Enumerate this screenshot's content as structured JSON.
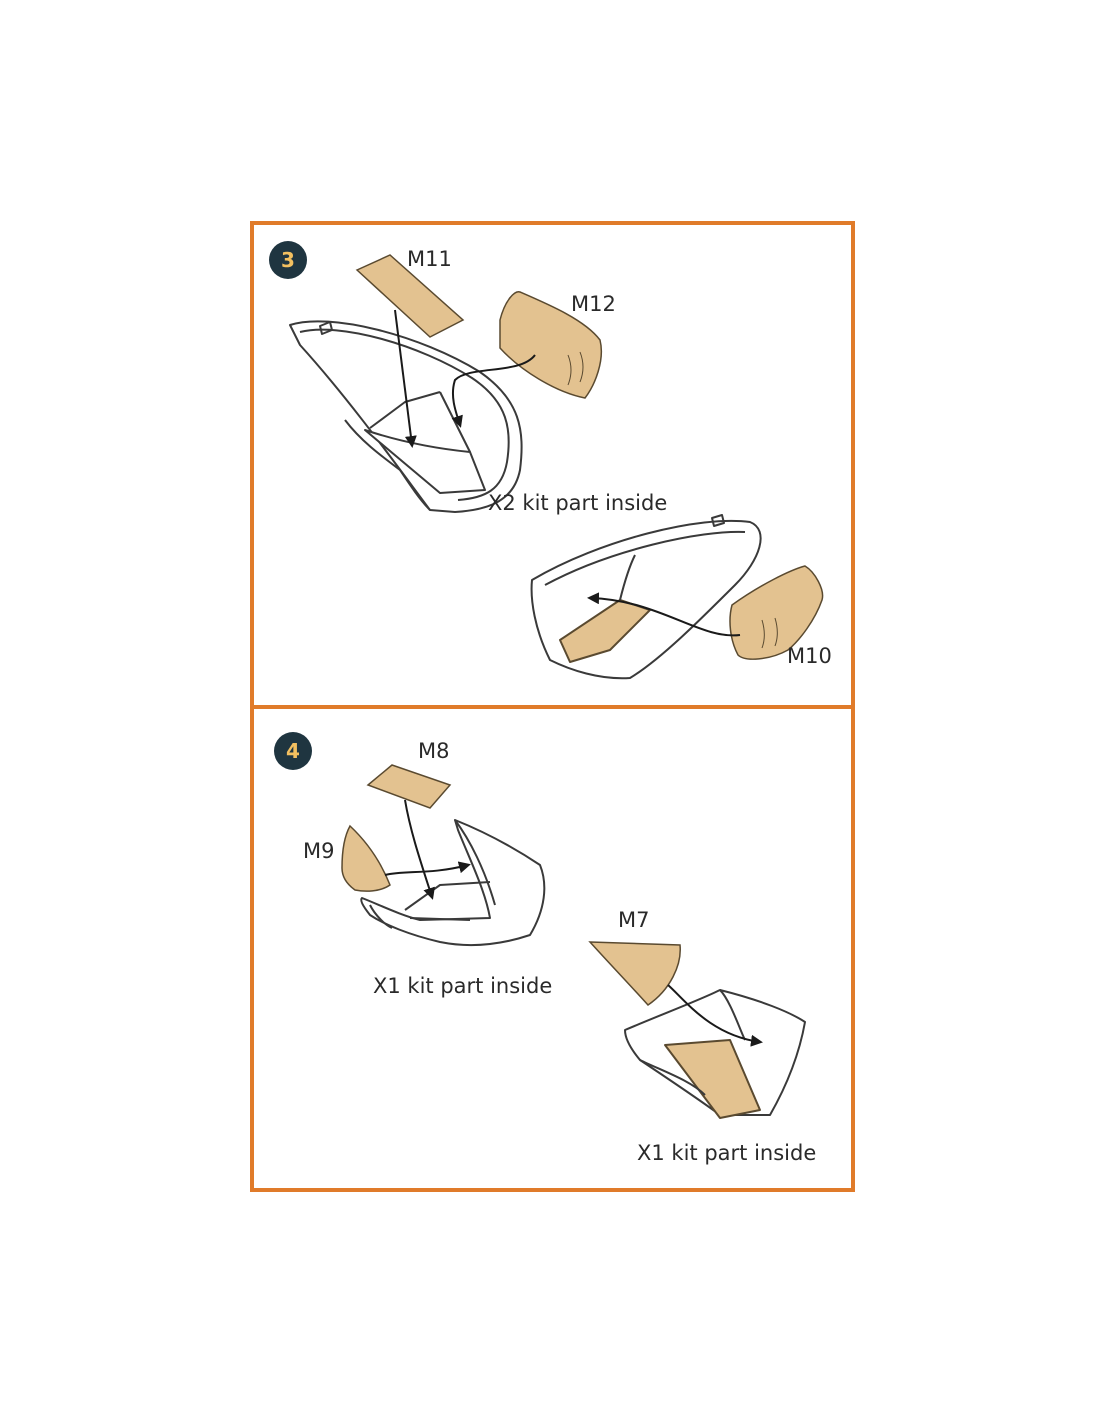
{
  "colors": {
    "frame": "#e07b2a",
    "step_badge": "#1f3540",
    "step_text": "#f3c060",
    "part_fill": "#e3c290",
    "part_stroke": "#5a4a30",
    "line": "#3a3a3a"
  },
  "step3": {
    "number": "3",
    "labels": {
      "m11": "M11",
      "m12": "M12",
      "m10": "M10",
      "kit_note": "X2 kit part inside"
    }
  },
  "step4": {
    "number": "4",
    "labels": {
      "m8": "M8",
      "m9": "M9",
      "m7": "M7",
      "kit_note_left": "X1 kit part inside",
      "kit_note_right": "X1 kit part inside"
    }
  }
}
